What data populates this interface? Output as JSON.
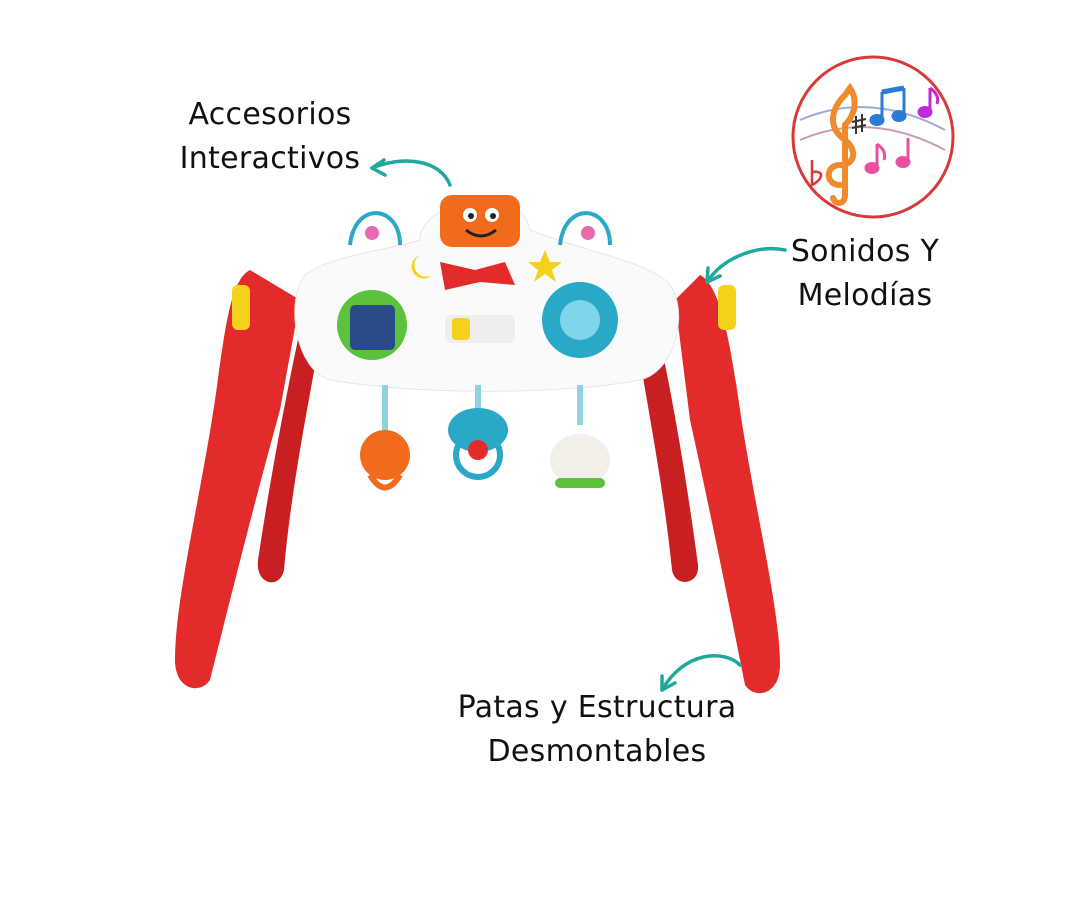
{
  "annotations": {
    "accessories": {
      "line1": "Accesorios",
      "line2": "Interactivos"
    },
    "sounds": {
      "line1": "Sonidos Y",
      "line2": "Melodías"
    },
    "legs": {
      "line1": "Patas y Estructura",
      "line2": "Desmontables"
    }
  },
  "colors": {
    "arrow": "#1fa99a",
    "toy_red": "#e32b2b",
    "badge_border": "#d83a3a"
  },
  "icons": [
    "music-notes-badge-icon",
    "curved-arrow-icon",
    "baby-gym-toy-image"
  ]
}
